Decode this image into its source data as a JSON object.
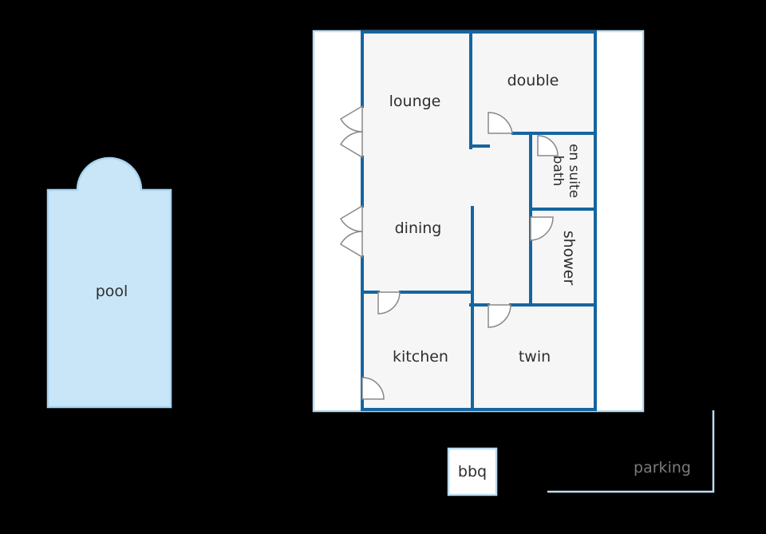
{
  "colors": {
    "background": "#000000",
    "wall": "#1565a0",
    "floor": "#f6f6f6",
    "pool": "#c8e6f8",
    "pool_edge": "#a8d4f0",
    "terrace": "#ffffff",
    "terrace_edge": "#bcdcf2",
    "door": "#888888"
  },
  "labels": {
    "pool": "pool",
    "lounge": "lounge",
    "double": "double",
    "en_suite_line1": "en suite",
    "en_suite_line2": "bath",
    "dining": "dining",
    "shower": "shower",
    "kitchen": "kitchen",
    "twin": "twin",
    "bbq": "bbq",
    "parking": "parking"
  }
}
